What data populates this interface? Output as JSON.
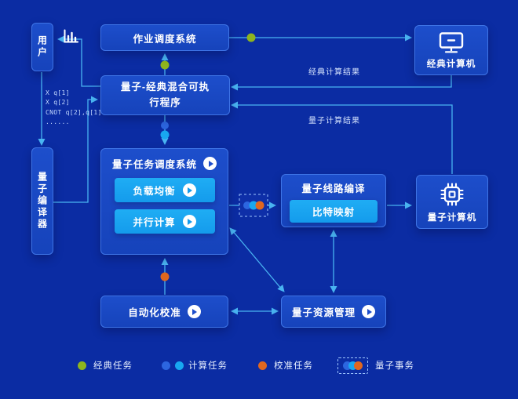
{
  "diagram": {
    "nodes": {
      "user": {
        "label": "用户"
      },
      "job_scheduler": {
        "label": "作业调度系统"
      },
      "classical_computer": {
        "label": "经典计算机",
        "icon": "monitor-icon"
      },
      "hybrid_program": {
        "label_line1": "量子-经典混合可执",
        "label_line2": "行程序"
      },
      "quantum_compiler": {
        "label": "量子编译器"
      },
      "task_scheduler": {
        "label": "量子任务调度系统",
        "buttons": [
          "负载均衡",
          "并行计算"
        ]
      },
      "circuit_compiler": {
        "label": "量子线路编译",
        "button": "比特映射"
      },
      "quantum_computer": {
        "label": "量子计算机",
        "icon": "chip-icon"
      },
      "auto_calibration": {
        "label": "自动化校准"
      },
      "resource_manager": {
        "label": "量子资源管理"
      }
    },
    "code_snippet": {
      "lines": [
        "X q[1]",
        "X q[2]",
        "CNOT q[2],q[1]",
        "......"
      ]
    },
    "edge_labels": {
      "classical_result": "经典计算结果",
      "quantum_result": "量子计算结果"
    },
    "legend": [
      {
        "label": "经典任务",
        "type": "classical"
      },
      {
        "label": "计算任务",
        "type": "compute"
      },
      {
        "label": "校准任务",
        "type": "calibration"
      },
      {
        "label": "量子事务",
        "type": "transaction"
      }
    ],
    "colors": {
      "background": "#0b2ca3",
      "node_fill": "#1a4ac6",
      "node_border": "#3e74e6",
      "action_button": "#18a6f0",
      "connector": "#49b4f2",
      "classical_task_dot": "#8fb41d",
      "compute_task_dot_primary": "#2c66e0",
      "compute_task_dot_secondary": "#18a7f0",
      "calibration_task_dot": "#e0671f"
    }
  }
}
